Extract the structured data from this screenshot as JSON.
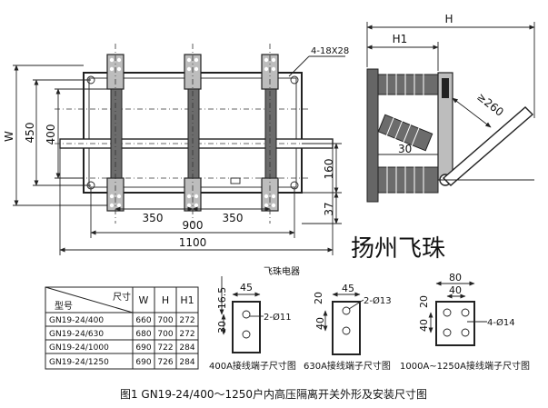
{
  "dimensions_front": {
    "width_W": "W",
    "d450": "450",
    "d400": "400",
    "d350_left": "350",
    "d350_right": "350",
    "d900": "900",
    "d1100": "1100",
    "d160": "160",
    "d37": "37",
    "holes": "4-18X28"
  },
  "dimensions_side": {
    "H": "H",
    "H1": "H1",
    "d30": "30",
    "d260": "≥260"
  },
  "brand": {
    "title": "扬州飞珠",
    "subtitle": "飞珠电器"
  },
  "table": {
    "header_diag": "尺寸",
    "header_model": "型号",
    "columns": [
      "W",
      "H",
      "H1"
    ],
    "rows": [
      {
        "model": "GN19-24/400",
        "W": "660",
        "H": "700",
        "H1": "272"
      },
      {
        "model": "GN19-24/630",
        "W": "680",
        "H": "700",
        "H1": "272"
      },
      {
        "model": "GN19-24/1000",
        "W": "690",
        "H": "722",
        "H1": "284"
      },
      {
        "model": "GN19-24/1250",
        "W": "690",
        "H": "726",
        "H1": "284"
      }
    ]
  },
  "terminals": {
    "t400": {
      "d16_5": "16.5",
      "d45": "45",
      "d30": "30",
      "holes": "2-Ø11",
      "caption": "400A接线端子尺寸图"
    },
    "t630": {
      "d20": "20",
      "d45": "45",
      "d40": "40",
      "holes": "2-Ø13",
      "caption": "630A接线端子尺寸图"
    },
    "t1000": {
      "d80": "80",
      "d40": "40",
      "d20": "20",
      "d40v": "40",
      "holes": "4-Ø14",
      "caption": "1000A~1250A接线端子尺寸图"
    }
  },
  "caption": "图1  GN19-24/400～1250户内高压隔离开关外形及安装尺寸图"
}
